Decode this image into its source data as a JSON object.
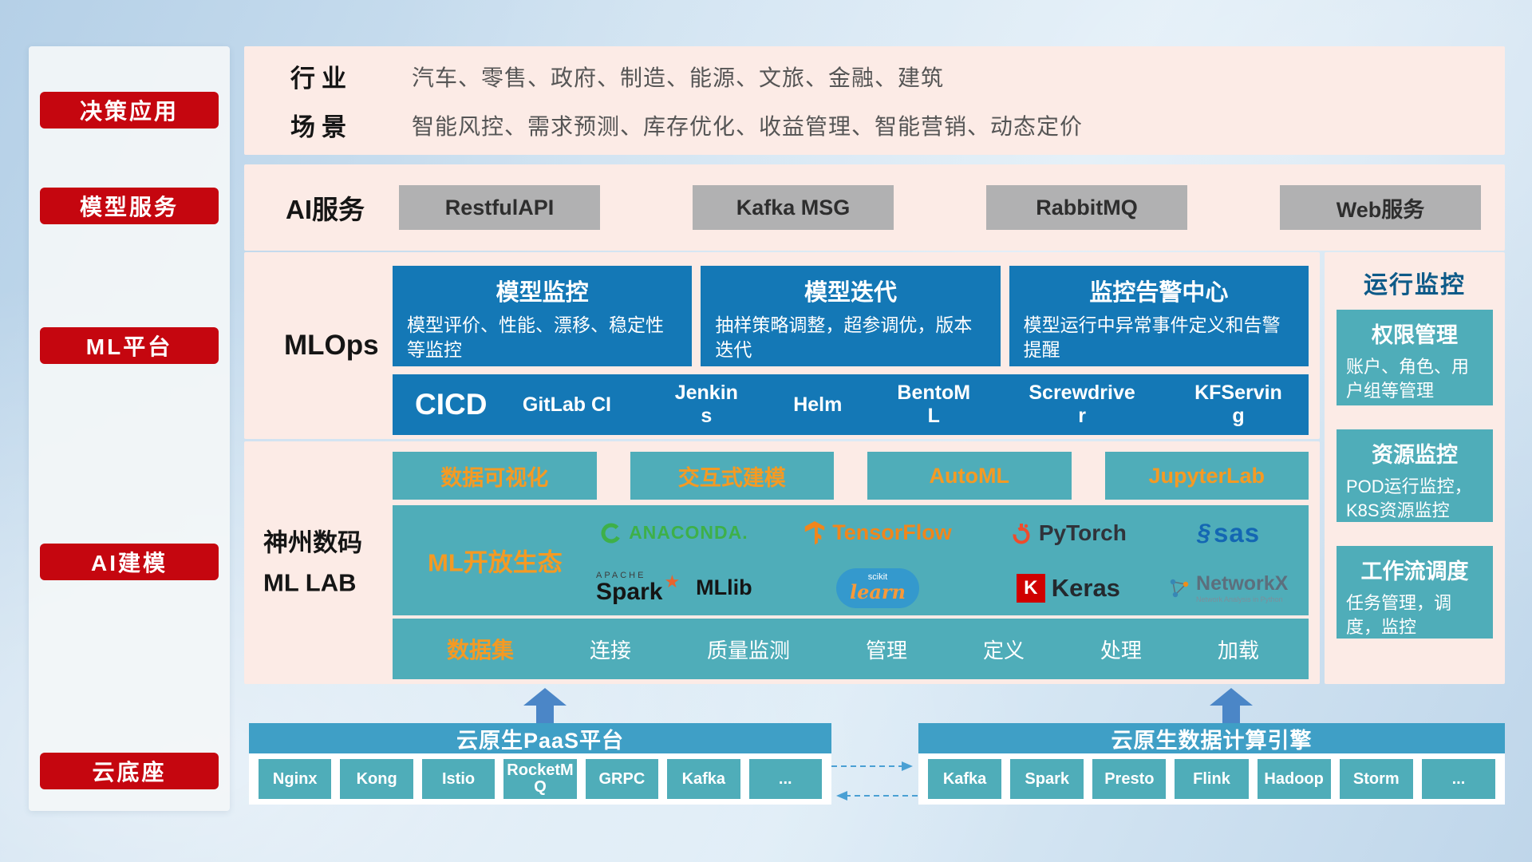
{
  "sidebar": {
    "items": [
      {
        "label": "决策应用"
      },
      {
        "label": "模型服务"
      },
      {
        "label": "ML平台"
      },
      {
        "label": "AI建模"
      },
      {
        "label": "云底座"
      }
    ]
  },
  "industry_row": {
    "industry_label": "行业",
    "industry_text": "汽车、零售、政府、制造、能源、文旅、金融、建筑",
    "scenario_label": "场景",
    "scenario_text": "智能风控、需求预测、库存优化、收益管理、智能营销、动态定价"
  },
  "ai_services": {
    "label": "AI服务",
    "buttons": [
      {
        "label": "RestfulAPI"
      },
      {
        "label": "Kafka MSG"
      },
      {
        "label": "RabbitMQ"
      },
      {
        "label": "Web服务"
      }
    ]
  },
  "mlops": {
    "label": "MLOps",
    "cards": [
      {
        "title": "模型监控",
        "desc": "模型评价、性能、漂移、稳定性等监控"
      },
      {
        "title": "模型迭代",
        "desc": "抽样策略调整，超参调优，版本迭代"
      },
      {
        "title": "监控告警中心",
        "desc": "模型运行中异常事件定义和告警提醒"
      }
    ],
    "cicd": {
      "label": "CICD",
      "tools": [
        {
          "name": "GitLab CI"
        },
        {
          "name": "Jenkins"
        },
        {
          "name": "Helm"
        },
        {
          "name": "BentoML"
        },
        {
          "name": "Screwdriver"
        },
        {
          "name": "KFServing"
        }
      ]
    }
  },
  "run_monitor": {
    "title": "运行监控",
    "cards": [
      {
        "title": "权限管理",
        "desc": "账户、角色、用户组等管理"
      },
      {
        "title": "资源监控",
        "desc": "POD运行监控，K8S资源监控"
      },
      {
        "title": "工作流调度",
        "desc": "任务管理，调度，监控"
      }
    ]
  },
  "ml_lab": {
    "label_line1": "神州数码",
    "label_line2": "ML LAB",
    "tools": [
      {
        "label": "数据可视化"
      },
      {
        "label": "交互式建模"
      },
      {
        "label": "AutoML"
      },
      {
        "label": "JupyterLab"
      }
    ],
    "ecosystem": {
      "label": "ML开放生态",
      "logos": {
        "anaconda": "ANACONDA.",
        "tensorflow": "TensorFlow",
        "pytorch": "PyTorch",
        "sas": "sas",
        "apache": "APACHE",
        "spark": "Spark",
        "mllib": "MLlib",
        "scikit": "scikit",
        "learn": "learn",
        "keras_initial": "K",
        "keras": "Keras",
        "networkx": "NetworkX",
        "networkx_sub": "Network Analysis in Python"
      }
    },
    "dataset": {
      "label": "数据集",
      "items": [
        {
          "label": "连接"
        },
        {
          "label": "质量监测"
        },
        {
          "label": "管理"
        },
        {
          "label": "定义"
        },
        {
          "label": "处理"
        },
        {
          "label": "加载"
        }
      ]
    }
  },
  "cloud_base": {
    "paas": {
      "title": "云原生PaaS平台",
      "items": [
        {
          "label": "Nginx"
        },
        {
          "label": "Kong"
        },
        {
          "label": "Istio"
        },
        {
          "label": "RocketMQ"
        },
        {
          "label": "GRPC"
        },
        {
          "label": "Kafka"
        },
        {
          "label": "..."
        }
      ]
    },
    "data_engine": {
      "title": "云原生数据计算引擎",
      "items": [
        {
          "label": "Kafka"
        },
        {
          "label": "Spark"
        },
        {
          "label": "Presto"
        },
        {
          "label": "Flink"
        },
        {
          "label": "Hadoop"
        },
        {
          "label": "Storm"
        },
        {
          "label": "..."
        }
      ]
    }
  },
  "colors": {
    "accent_red": "#c5060f",
    "panel_pink": "#fcebe6",
    "primary_blue": "#1478b6",
    "teal": "#4fadb9",
    "accent_orange": "#f59a23",
    "button_gray": "#b1b1b2",
    "header_blue": "#3f9fc6"
  }
}
